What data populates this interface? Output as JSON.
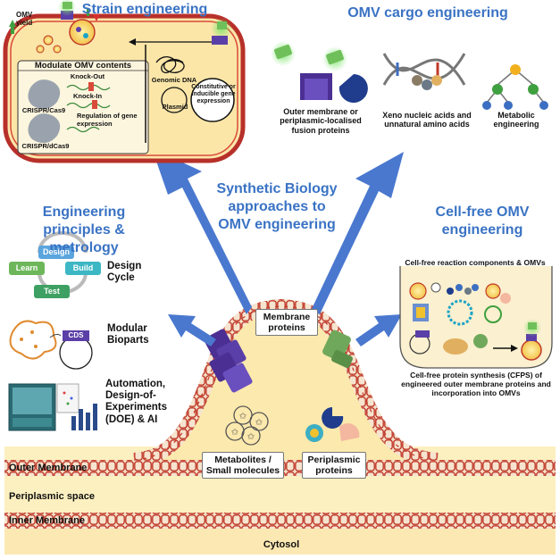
{
  "headings": {
    "strain": "Strain engineering",
    "cargo": "OMV cargo engineering",
    "center": "Synthetic Biology approaches to OMV engineering",
    "principles": "Engineering principles & metrology",
    "cellfree": "Cell-free OMV engineering"
  },
  "strain": {
    "omv_yield": "OMV yield",
    "modulate": "Modulate OMV contents",
    "knockout": "Knock-Out",
    "knockin": "Knock-In",
    "crispr_cas9": "CRISPR/Cas9",
    "regulation": "Regulation of gene expression",
    "crispr_dcas9": "CRISPR/dCas9",
    "genomic_dna": "Genomic DNA",
    "plasmid": "Plasmid",
    "constitutive": "Constitutive or inducible gene expression"
  },
  "cargo": {
    "fusion": "Outer membrane or periplasmic-localised fusion proteins",
    "xeno": "Xeno nucleic acids and unnatural amino acids",
    "metabolic": "Metabolic engineering"
  },
  "principles": {
    "cycle": [
      "Design",
      "Build",
      "Test",
      "Learn"
    ],
    "design_cycle": "Design Cycle",
    "cds": "CDS",
    "modular": "Modular Bioparts",
    "automation": "Automation, Design-of-Experiments (DOE) & AI"
  },
  "cellfree": {
    "components": "Cell-free reaction components & OMVs",
    "cfps": "Cell-free protein synthesis (CFPS) of engineered outer membrane proteins and incorporation into OMVs"
  },
  "membrane": {
    "membrane_proteins": "Membrane proteins",
    "metabolites": "Metabolites / Small molecules",
    "periplasmic_proteins": "Periplasmic proteins",
    "outer": "Outer Membrane",
    "periplasmic_space": "Periplasmic space",
    "inner": "Inner Membrane",
    "cytosol": "Cytosol"
  },
  "colors": {
    "heading": "#3a73c4",
    "arrow": "#4a78cf",
    "lipid_head": "#f2dcc8",
    "lipid_stroke": "#c0392b",
    "cytoplasm": "#fce8a8",
    "cell_border": "#c0392b",
    "purple_protein": "#5b3fa8",
    "green_protein": "#6fa85a"
  }
}
